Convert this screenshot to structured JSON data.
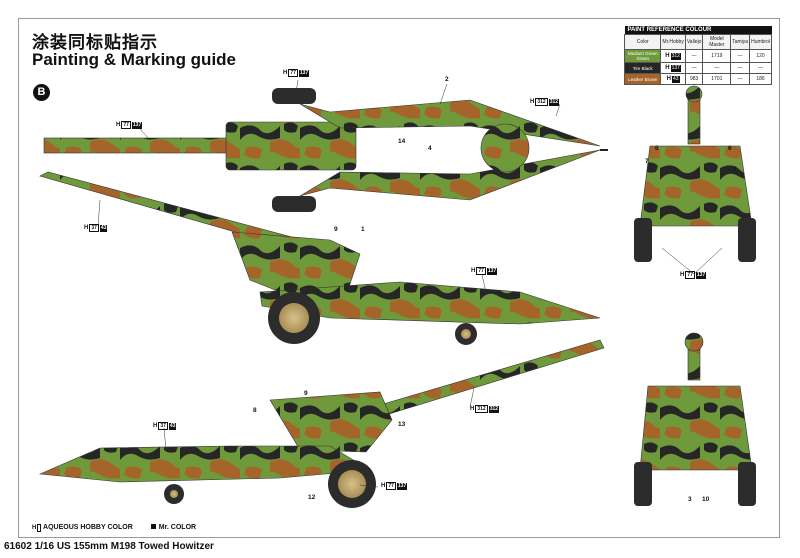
{
  "header": {
    "title_cn": "涂装同标贴指示",
    "title_en": "Painting & Marking guide",
    "section_badge": "B"
  },
  "reference_table": {
    "caption": "PAINT REFERENCE COLOUR",
    "columns": [
      "Color",
      "Mr.Hobby",
      "Vallejo",
      "Model Master",
      "Tamiya",
      "Humbrol"
    ],
    "rows": [
      {
        "swatch_color": "#6e9a3b",
        "name": "Medium Green Green",
        "hobby": "312",
        "vallejo": "—",
        "model_master": "1719",
        "tamiya": "—",
        "humbrol": "120"
      },
      {
        "swatch_color": "#262626",
        "name": "Tire Black",
        "hobby": "137",
        "vallejo": "—",
        "model_master": "—",
        "tamiya": "—",
        "humbrol": "—"
      },
      {
        "swatch_color": "#a5652a",
        "name": "Leather Brown",
        "hobby": "43",
        "vallejo": "983",
        "model_master": "1701",
        "tamiya": "—",
        "humbrol": "186"
      }
    ]
  },
  "callouts": {
    "h137_wheel_top": {
      "prefix": "H",
      "code": "77",
      "code2": "137"
    },
    "h137_barrel_top": {
      "prefix": "H",
      "code": "77",
      "code2": "137"
    },
    "h312_trail_top": {
      "prefix": "H",
      "code": "312",
      "code2": "312"
    },
    "h43_barrel_mid": {
      "prefix": "H",
      "code": "37",
      "code2": "43"
    },
    "h137_trail_mid": {
      "prefix": "H",
      "code": "77",
      "code2": "137"
    },
    "h137_front_wheels": {
      "prefix": "H",
      "code": "77",
      "code2": "137"
    },
    "h43_trail_bottom": {
      "prefix": "H",
      "code": "37",
      "code2": "43"
    },
    "h312_barrel_bottom": {
      "prefix": "H",
      "code": "312",
      "code2": "312"
    },
    "h137_wheel_bottom": {
      "prefix": "H",
      "code": "77",
      "code2": "137"
    }
  },
  "part_numbers": {
    "n2": "2",
    "n14": "14",
    "n4": "4",
    "n9a": "9",
    "n1": "1",
    "n6a": "6",
    "n6b": "6",
    "n7a": "7",
    "n7b": "7",
    "n9b": "9",
    "n8": "8",
    "n13": "13",
    "n12": "12",
    "n3": "3",
    "n10": "10"
  },
  "legend": {
    "aqueous": "AQUEOUS HOBBY COLOR",
    "mr_color": "Mr. COLOR",
    "aqueous_symbol": "H"
  },
  "footer": {
    "text": "61602 1/16  US 155mm M198 Towed Howitzer"
  },
  "colors": {
    "green": "#6e9a3b",
    "dark_green": "#3f6a2a",
    "black": "#262626",
    "brown": "#a5652a",
    "tire": "#2c2c2c",
    "hub": "#c2a66a"
  }
}
